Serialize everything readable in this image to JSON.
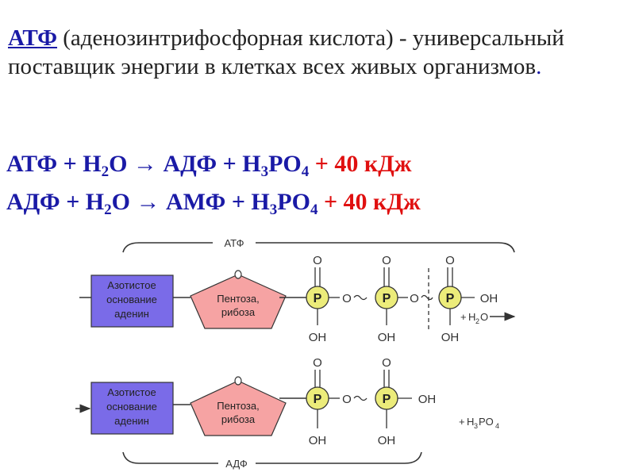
{
  "intro": {
    "term": "АТФ",
    "definition": " (аденозинтрифосфорная кислота) - универсальный поставщик энергии в клетках всех живых организмов",
    "end": "."
  },
  "equations": [
    {
      "r1": "АТФ",
      "plus1": " + H",
      "w2": "2",
      "w3": "O → ",
      "p1": "АДФ",
      "plus2": " + H",
      "a2": "3",
      "a3": "PO",
      "a4": "4",
      "energy": " + 40 кДж"
    },
    {
      "r1": "АДФ",
      "plus1": " + H",
      "w2": "2",
      "w3": "O → ",
      "p1": "АМФ",
      "plus2": " + H",
      "a2": "3",
      "a3": "PO",
      "a4": "4",
      "energy": " + 40 кДж"
    }
  ],
  "diagram": {
    "atp_label": "АТФ",
    "adp_label": "АДФ",
    "base_lines": [
      "Азотистое",
      "основание",
      "аденин"
    ],
    "sugar_lines": [
      "Пентоза,",
      "рибоза"
    ],
    "phosphorus": "P",
    "oxygen": "O",
    "hydroxyl": "OH",
    "water_plus": "+",
    "water_h": "H",
    "water_2": "2",
    "water_o": "O",
    "acid_plus": "+",
    "acid_h": "H",
    "acid_3": "3",
    "acid_po": "PO",
    "acid_4": "4",
    "colors": {
      "base_fill": "#7a6be8",
      "sugar_fill": "#f6a3a3",
      "phosphate_fill": "#ecec7a",
      "equation_blue": "#1a1aa6",
      "energy_red": "#e01010"
    }
  }
}
